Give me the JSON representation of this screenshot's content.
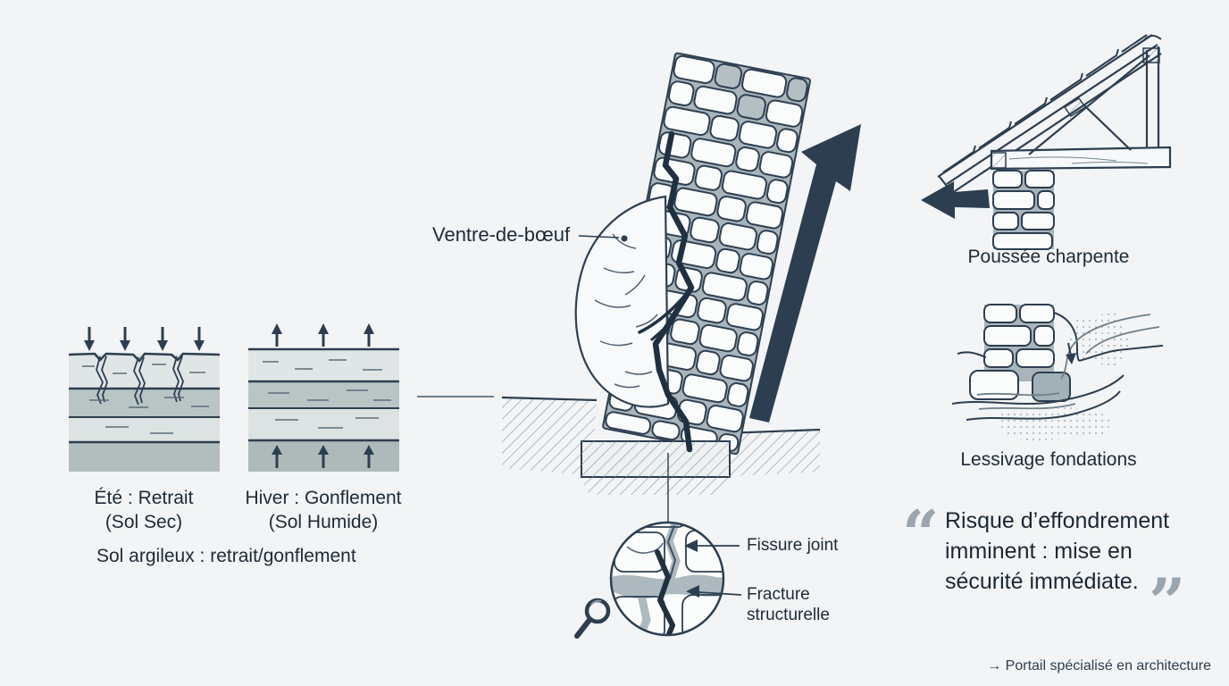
{
  "colors": {
    "background": "#f2f4f5",
    "ink": "#2d3e50",
    "crack": "#1f3041",
    "mortar": "#a9b5bb",
    "soil_light": "#e0e6e5",
    "soil_medium": "#b9c5c5",
    "soil_dark": "#b2bebe",
    "quote_gray": "#9aa5ad",
    "text": "#1d2a37"
  },
  "soil_panel": {
    "summer": {
      "title": "Été : Retrait",
      "subtitle": "(Sol Sec)"
    },
    "winter": {
      "title": "Hiver : Gonflement",
      "subtitle": "(Sol Humide)"
    },
    "caption": "Sol argileux : retrait/gonflement"
  },
  "wall_panel": {
    "bulge_label": "Ventre-de-bœuf"
  },
  "detail_panel": {
    "joint_label": "Fissure joint",
    "fracture_label": "Fracture structurelle"
  },
  "roof_panel": {
    "label": "Poussée charpente"
  },
  "foundation_panel": {
    "label": "Lessivage fondations"
  },
  "quote": {
    "open_mark": "“",
    "close_mark": "”",
    "lines": [
      "Risque d’effondrement",
      "imminent : mise en",
      "sécurité immédiate."
    ]
  },
  "footer": {
    "link": "→ Portail spécialisé en architecture"
  }
}
